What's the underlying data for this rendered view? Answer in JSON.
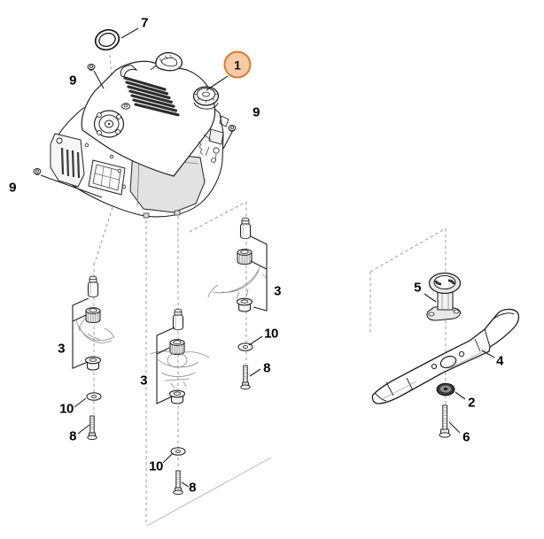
{
  "colors": {
    "highlight_fill": "#f6cba6",
    "highlight_border": "#dd7b2d",
    "ink": "#1f1f1f",
    "guide": "#9b9b9b"
  },
  "callouts": [
    {
      "label": "7"
    },
    {
      "label": "9"
    },
    {
      "label": "1"
    },
    {
      "label": "9"
    },
    {
      "label": "9"
    },
    {
      "label": "3"
    },
    {
      "label": "10"
    },
    {
      "label": "8"
    },
    {
      "label": "3"
    },
    {
      "label": "10"
    },
    {
      "label": "8"
    },
    {
      "label": "3"
    },
    {
      "label": "10"
    },
    {
      "label": "8"
    },
    {
      "label": "5"
    },
    {
      "label": "4"
    },
    {
      "label": "2"
    },
    {
      "label": "6"
    }
  ]
}
